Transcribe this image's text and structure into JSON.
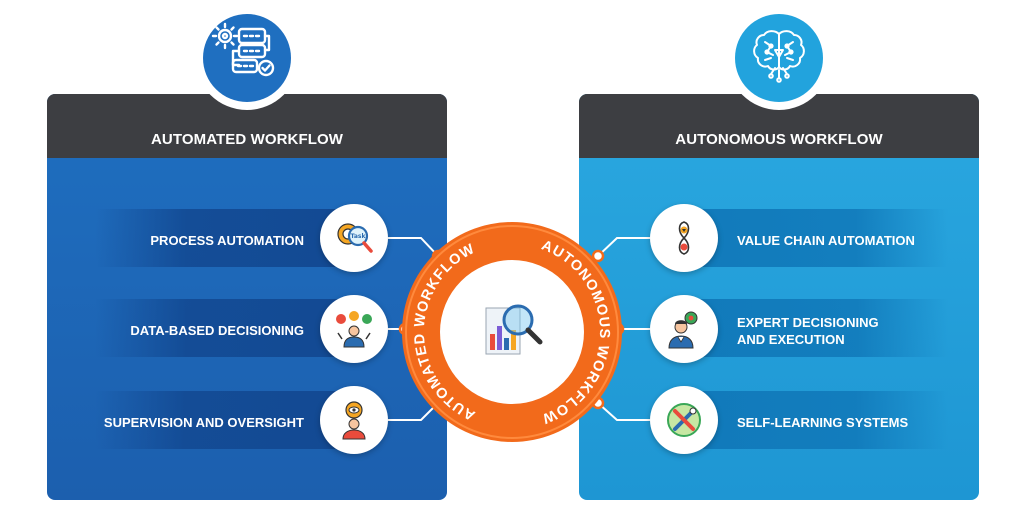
{
  "left_panel": {
    "title": "AUTOMATED WORKFLOW",
    "icon": "workflow-process-icon",
    "items": [
      {
        "label": "PROCESS AUTOMATION",
        "icon": "task-gear-magnifier-icon"
      },
      {
        "label": "DATA-BASED DECISIONING",
        "icon": "person-with-options-icon"
      },
      {
        "label": "SUPERVISION AND OVERSIGHT",
        "icon": "person-with-eye-icon"
      }
    ]
  },
  "right_panel": {
    "title": "AUTONOMOUS WORKFLOW",
    "icon": "ai-brain-icon",
    "items": [
      {
        "label": "VALUE CHAIN AUTOMATION",
        "icon": "infinity-chain-icon"
      },
      {
        "label_line1": "EXPERT DECISIONING",
        "label_line2": "AND EXECUTION",
        "icon": "expert-person-icon"
      },
      {
        "label": "SELF-LEARNING SYSTEMS",
        "icon": "tools-gear-icon"
      }
    ]
  },
  "hub": {
    "left_arc_text": "AUTOMATED WORKFLOW",
    "right_arc_text": "AUTONOMOUS WORKFLOW",
    "icon": "chart-magnifier-icon"
  },
  "colors": {
    "left_panel": "#1f6fc0",
    "right_panel": "#22a3dd",
    "header": "#3d3e42",
    "hub_orange": "#f26a1b"
  }
}
